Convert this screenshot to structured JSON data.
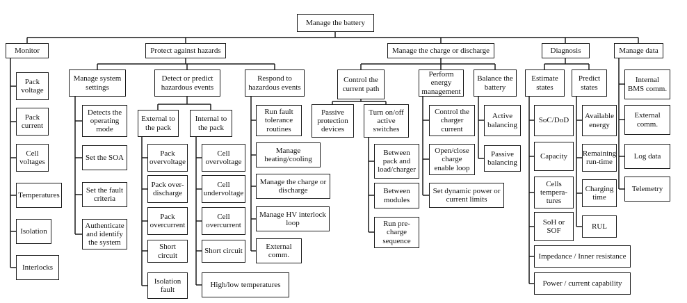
{
  "root": "Manage the battery",
  "monitor": {
    "title": "Monitor",
    "items": [
      "Pack\nvoltage",
      "Pack\ncurrent",
      "Cell\nvoltages",
      "Temperatures",
      "Isolation",
      "Interlocks"
    ]
  },
  "protect": {
    "title": "Protect against hazards",
    "settings": {
      "title": "Manage system\nsettings",
      "items": [
        "Detects the\noperating\nmode",
        "Set the SOA",
        "Set the fault\ncriteria",
        "Authenticate\nand identify\nthe system"
      ]
    },
    "detect": {
      "title": "Detect or predict\nhazardous events",
      "external": {
        "title": "External to\nthe pack",
        "items": [
          "Pack\novervoltage",
          "Pack over-\ndischarge",
          "Pack\novercurrent",
          "Short circuit",
          "Isolation\nfault"
        ]
      },
      "internal": {
        "title": "Internal to\nthe pack",
        "items": [
          "Cell\novervoltage",
          "Cell\nundervoltage",
          "Cell\novercurrent",
          "Short circuit",
          "High/low temperatures"
        ]
      }
    },
    "respond": {
      "title": "Respond to\nhazardous events",
      "items": [
        "Run fault\ntolerance\nroutines",
        "Manage\nheating/cooling",
        "Manage the charge or\ndischarge",
        "Manage HV interlock\nloop",
        "External\ncomm."
      ]
    }
  },
  "charge": {
    "title": "Manage the charge or discharge",
    "current_path": {
      "title": "Control the\ncurrent path",
      "passive": "Passive\nprotection\ndevices",
      "switches": {
        "title": "Turn on/off\nactive\nswitches",
        "items": [
          "Between\npack and\nload/charger",
          "Between\nmodules",
          "Run pre-\ncharge\nsequence"
        ]
      }
    },
    "energy": {
      "title": "Perform\nenergy\nmanagement",
      "items": [
        "Control the\ncharger\ncurrent",
        "Open/close\ncharge\nenable loop",
        "Set dynamic power or\ncurrent  limits"
      ]
    },
    "balance": {
      "title": "Balance the\nbattery",
      "items": [
        "Active\nbalancing",
        "Passive\nbalancing"
      ]
    }
  },
  "diagnosis": {
    "title": "Diagnosis",
    "estimate": {
      "title": "Estimate\nstates",
      "items": [
        "SoC/DoD",
        "Capacity",
        "Cells\ntempera-\ntures",
        "SoH or\nSOF",
        "Impedance / Inner resistance",
        "Power / current capability"
      ]
    },
    "predict": {
      "title": "Predict\nstates",
      "items": [
        "Available\nenergy",
        "Remaining\nrun-time",
        "Charging\ntime",
        "RUL"
      ]
    }
  },
  "data": {
    "title": "Manage data",
    "items": [
      "Internal\nBMS comm.",
      "External\ncomm.",
      "Log data",
      "Telemetry"
    ]
  }
}
